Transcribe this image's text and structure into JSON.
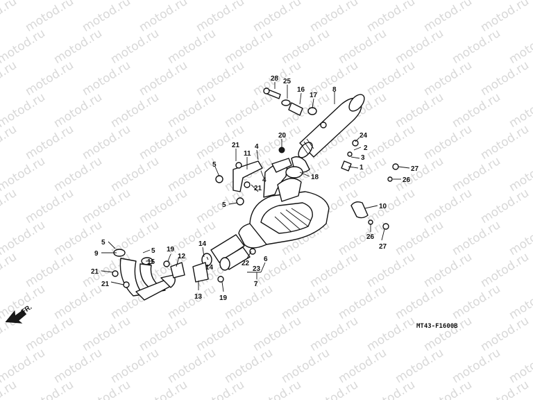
{
  "watermark": {
    "text": "motod.ru",
    "color": "#d8d8d8"
  },
  "diagram_code": "MT43-F1600B",
  "direction_label": "FR.",
  "callouts": [
    "28",
    "25",
    "16",
    "17",
    "8",
    "20",
    "24",
    "2",
    "3",
    "1",
    "21",
    "11",
    "4",
    "5",
    "4",
    "21",
    "18",
    "27",
    "26",
    "5",
    "10",
    "26",
    "27",
    "5",
    "5",
    "9",
    "15",
    "19",
    "12",
    "14",
    "14",
    "21",
    "21",
    "22",
    "23",
    "6",
    "7",
    "13",
    "19"
  ]
}
